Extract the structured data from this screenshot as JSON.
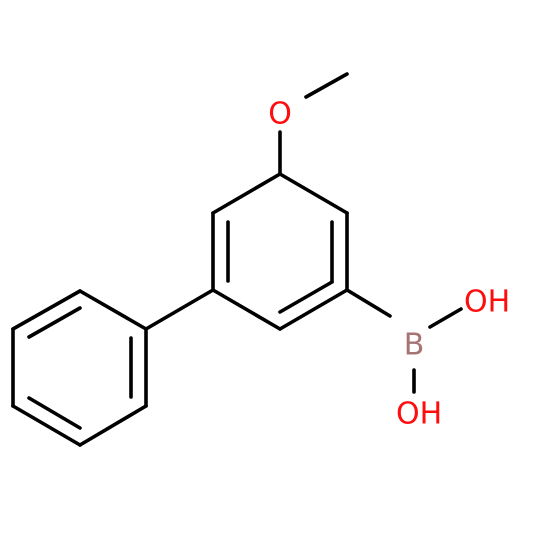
{
  "molecule": {
    "colors": {
      "bond": "#000000",
      "oxygen": "#ff0d0d",
      "boron": "#a67573"
    },
    "labels": {
      "methoxy_oxygen": "O",
      "boron": "B",
      "hydroxyl_top": "OH",
      "hydroxyl_bottom": "OH"
    }
  }
}
